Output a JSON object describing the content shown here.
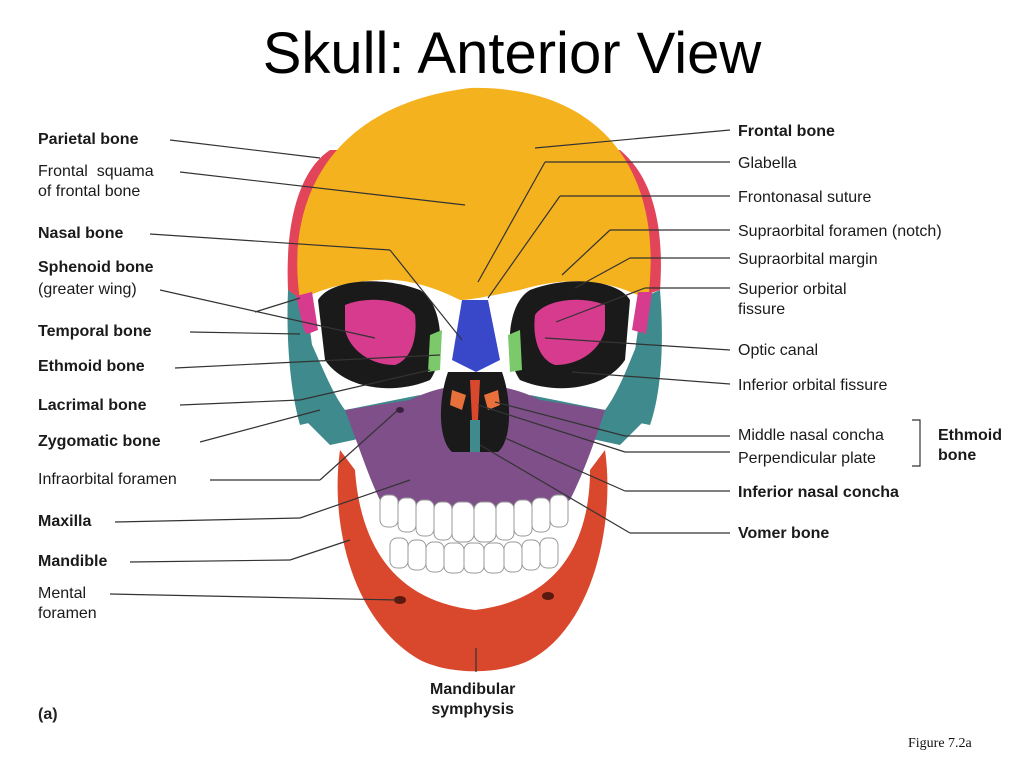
{
  "title": "Skull: Anterior View",
  "panel_label": "(a)",
  "caption": "Figure 7.2a",
  "left_labels": {
    "parietal": "Parietal bone",
    "frontal_squama": "Frontal  squama\nof frontal bone",
    "nasal": "Nasal bone",
    "sphenoid": "Sphenoid bone",
    "sphenoid_sub": "(greater wing)",
    "temporal": "Temporal bone",
    "ethmoid": "Ethmoid bone",
    "lacrimal": "Lacrimal bone",
    "zygomatic": "Zygomatic bone",
    "infraorbital": "Infraorbital foramen",
    "maxilla": "Maxilla",
    "mandible": "Mandible",
    "mental": "Mental\nforamen"
  },
  "right_labels": {
    "frontal": "Frontal bone",
    "glabella": "Glabella",
    "frontonasal": "Frontonasal suture",
    "supraorbital_foramen": "Supraorbital foramen (notch)",
    "supraorbital_margin": "Supraorbital margin",
    "superior_orbital": "Superior orbital\nfissure",
    "optic": "Optic canal",
    "inferior_orbital": "Inferior orbital fissure",
    "middle_concha": "Middle nasal concha",
    "perpendicular": "Perpendicular plate",
    "ethmoid_group": "Ethmoid\nbone",
    "inferior_concha": "Inferior nasal concha",
    "vomer": "Vomer bone"
  },
  "bottom_label": "Mandibular\nsymphysis",
  "colors": {
    "frontal": "#f5b21f",
    "parietal": "#e2455a",
    "temporal": "#3f8a8c",
    "sphenoid": "#d63b8e",
    "zygomatic": "#3f8a8c",
    "maxilla": "#7e4f88",
    "mandible": "#d9472d",
    "nasal": "#3848c8",
    "ethmoid": "#7bc96a",
    "teeth": "#ffffff",
    "cavity": "#1a1a1a"
  }
}
